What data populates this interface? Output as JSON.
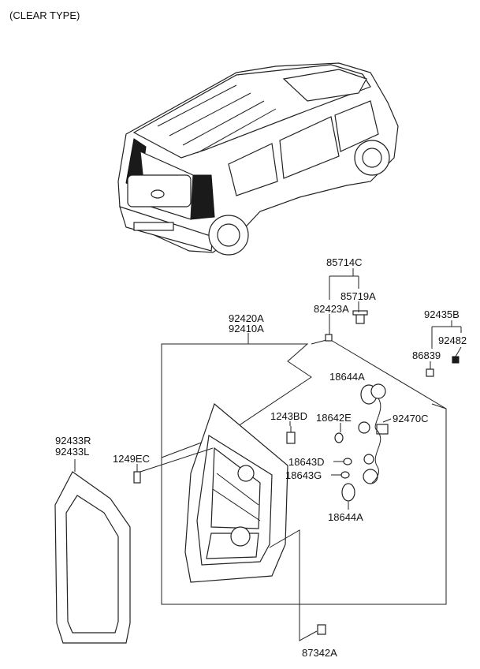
{
  "header": {
    "title": "(CLEAR TYPE)"
  },
  "callouts": {
    "p85714C": "85714C",
    "p85719A": "85719A",
    "p82423A": "82423A",
    "p92420A": "92420A",
    "p92410A": "92410A",
    "p92435B": "92435B",
    "p92482": "92482",
    "p86839": "86839",
    "p18644A_top": "18644A",
    "p1243BD": "1243BD",
    "p18642E": "18642E",
    "p92470C": "92470C",
    "p92433R": "92433R",
    "p92433L": "92433L",
    "p1249EC": "1249EC",
    "p18643D": "18643D",
    "p18643G": "18643G",
    "p18644A_bottom": "18644A",
    "p87342A": "87342A"
  },
  "colors": {
    "ink": "#1a1a1a",
    "background": "#ffffff"
  }
}
